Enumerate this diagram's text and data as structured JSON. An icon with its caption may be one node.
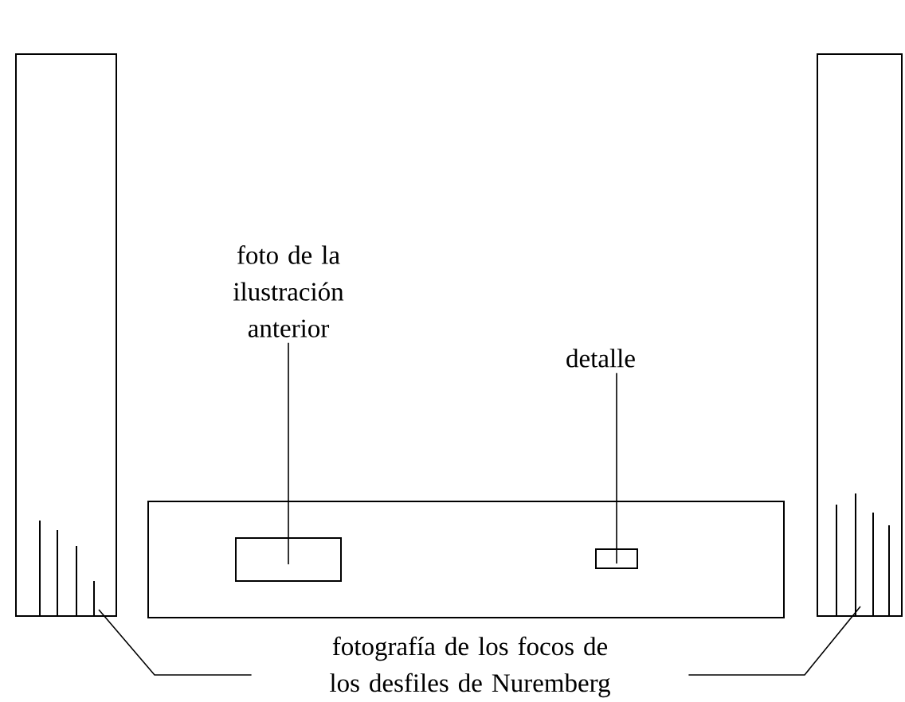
{
  "diagram": {
    "nodes": [
      {
        "text": [],
        "shape": "box"
      },
      {
        "text": [],
        "shape": "box"
      },
      {
        "text": [],
        "shape": "box"
      },
      {
        "text": [],
        "shape": "box",
        "in": 2
      },
      {
        "text": [],
        "shape": "box",
        "in": 2
      },
      {
        "text": [
          "foto de la ilustración anterior"
        ]
      },
      {
        "text": [
          "detalle"
        ]
      },
      {
        "text": [
          "fotografía de los focos de los desfiles de Nuremberg"
        ]
      }
    ],
    "edges": [
      {
        "from": 5,
        "to": 3,
        "arrow": "none"
      },
      {
        "from": 6,
        "to": 4,
        "arrow": "none"
      },
      {
        "from": 7,
        "to": 0,
        "arrow": "none"
      },
      {
        "from": 7,
        "to": 1,
        "arrow": "none"
      }
    ]
  }
}
